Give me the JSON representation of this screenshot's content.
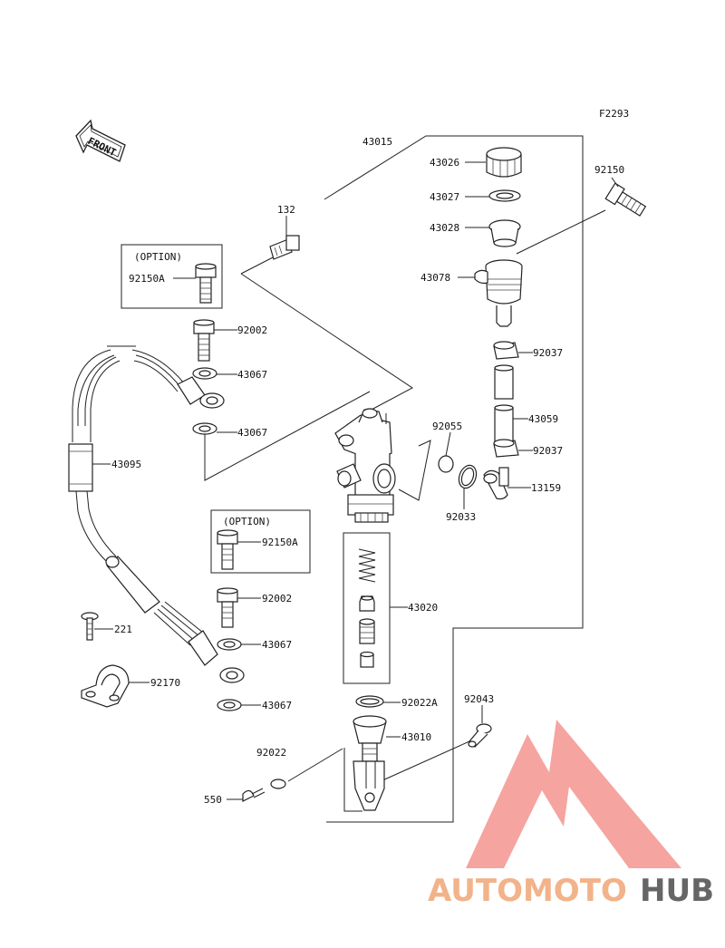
{
  "figure_code": "F2293",
  "front_label": "FRONT",
  "option_label": "(OPTION)",
  "watermark": {
    "text_part1": "AUTOMOTO",
    "text_part2": "HUB",
    "color_part1": "#f2b38a",
    "color_part2": "#666666",
    "logo_color": "#f28a85"
  },
  "labels": {
    "p43015": "43015",
    "p43026": "43026",
    "p43027": "43027",
    "p43028": "43028",
    "p43078": "43078",
    "p92150": "92150",
    "p132": "132",
    "p92150A_top": "92150A",
    "p92002_top": "92002",
    "p43067_a": "43067",
    "p43067_b": "43067",
    "p43095": "43095",
    "p92037_a": "92037",
    "p43059": "43059",
    "p92037_b": "92037",
    "p92055": "92055",
    "p13159": "13159",
    "p92033": "92033",
    "p92150A_mid": "92150A",
    "p43020": "43020",
    "p92002_mid": "92002",
    "p43067_c": "43067",
    "p43067_d": "43067",
    "p221": "221",
    "p92170": "92170",
    "p92022A": "92022A",
    "p92043": "92043",
    "p43010": "43010",
    "p92022": "92022",
    "p550": "550"
  }
}
